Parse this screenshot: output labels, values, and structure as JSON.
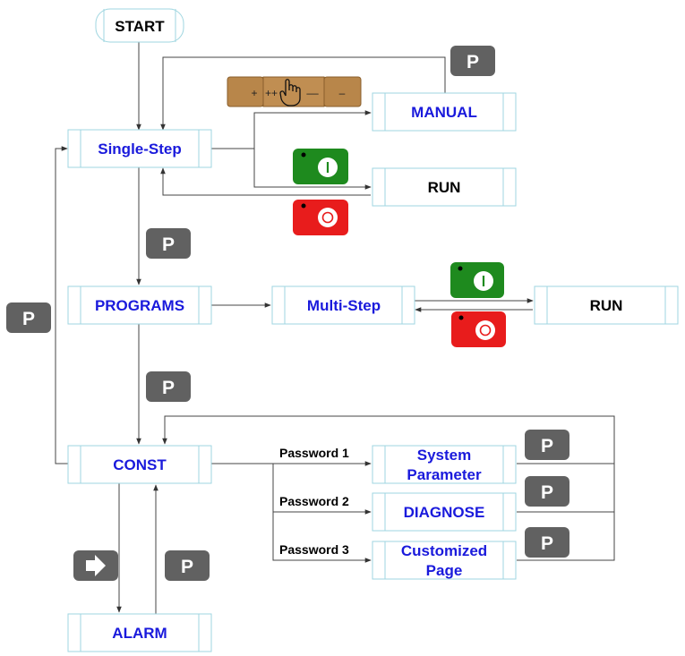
{
  "nodes": {
    "start": "START",
    "single_step": "Single-Step",
    "manual": "MANUAL",
    "run_top": "RUN",
    "programs": "PROGRAMS",
    "multi_step": "Multi-Step",
    "run_right": "RUN",
    "const": "CONST",
    "system_parameter_line1": "System",
    "system_parameter_line2": "Parameter",
    "diagnose": "DIAGNOSE",
    "customized_line1": "Customized",
    "customized_line2": "Page",
    "alarm": "ALARM"
  },
  "passwords": [
    "Password 1",
    "Password 2",
    "Password 3"
  ],
  "keys": {
    "p_label": "P",
    "manual_keys": [
      "+",
      "++",
      "––",
      "–"
    ]
  },
  "colors": {
    "node_text_blue": "#1a1adc",
    "box_border": "#9fd6e0",
    "p_key": "#616161",
    "manual_key": "#b8864a",
    "start_key": "#1e8a1e",
    "stop_key": "#e81c1c"
  },
  "icons": [
    "start-key-icon",
    "stop-key-icon",
    "pointing-hand-icon",
    "arrow-right-icon"
  ]
}
